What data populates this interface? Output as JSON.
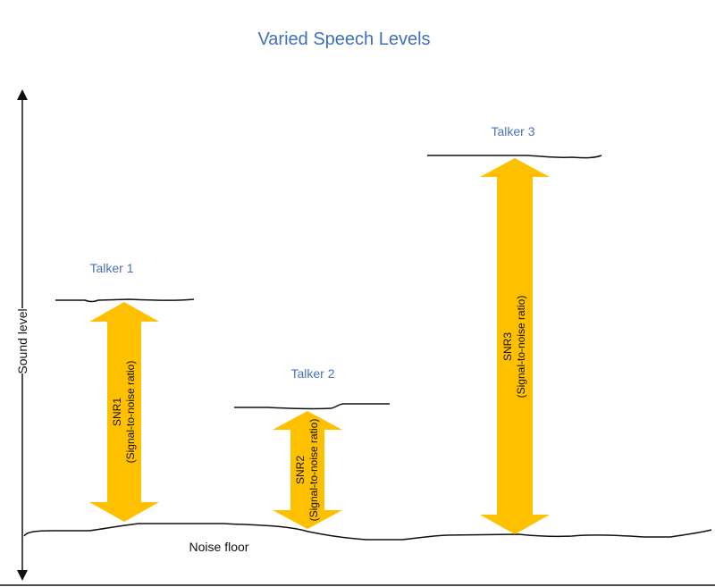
{
  "title": "Varied Speech Levels",
  "y_axis_label": "Sound level",
  "noise_floor_label": "Noise floor",
  "colors": {
    "arrow": "#FFC000",
    "title": "#3F6FBF",
    "talker": "#4A72B8"
  },
  "talkers": [
    {
      "label": "Talker 1",
      "snr_label": "SNR1",
      "snr_desc": "(Signal-to-noise ratio)"
    },
    {
      "label": "Talker 2",
      "snr_label": "SNR2",
      "snr_desc": "(Signal-to-noise ratio)"
    },
    {
      "label": "Talker 3",
      "snr_label": "SNR3",
      "snr_desc": "(Signal-to-noise ratio)"
    }
  ]
}
